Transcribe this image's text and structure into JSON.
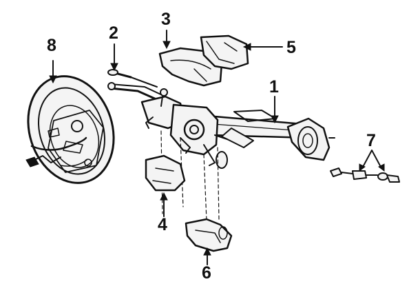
{
  "callouts": [
    {
      "id": "1",
      "label": "1"
    },
    {
      "id": "2",
      "label": "2"
    },
    {
      "id": "3",
      "label": "3"
    },
    {
      "id": "4",
      "label": "4"
    },
    {
      "id": "5",
      "label": "5"
    },
    {
      "id": "6",
      "label": "6"
    },
    {
      "id": "7",
      "label": "7"
    },
    {
      "id": "8",
      "label": "8"
    }
  ],
  "colors": {
    "ink": "#111111",
    "background": "#ffffff"
  }
}
